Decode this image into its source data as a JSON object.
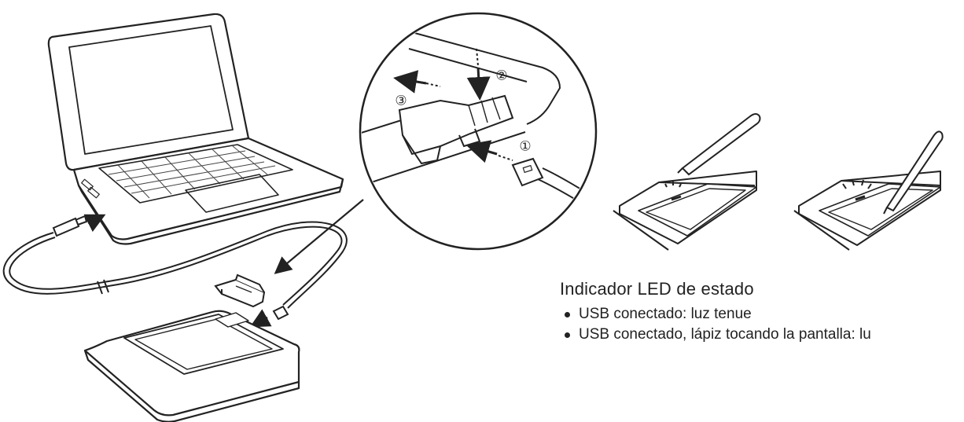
{
  "steps": [
    "①",
    "②",
    "③"
  ],
  "led": {
    "title": "Indicador LED de estado",
    "items": [
      "USB conectado: luz tenue",
      "USB conectado, lápiz tocando la pantalla: lu"
    ]
  },
  "colors": {
    "line": "#222222",
    "background": "#ffffff"
  },
  "icons": [
    "laptop-icon",
    "usb-cable-icon",
    "usb-connector-icon",
    "cable-cover-icon",
    "signature-pad-icon",
    "stylus-pen-icon",
    "led-indicator-icon",
    "arrow-icon"
  ]
}
